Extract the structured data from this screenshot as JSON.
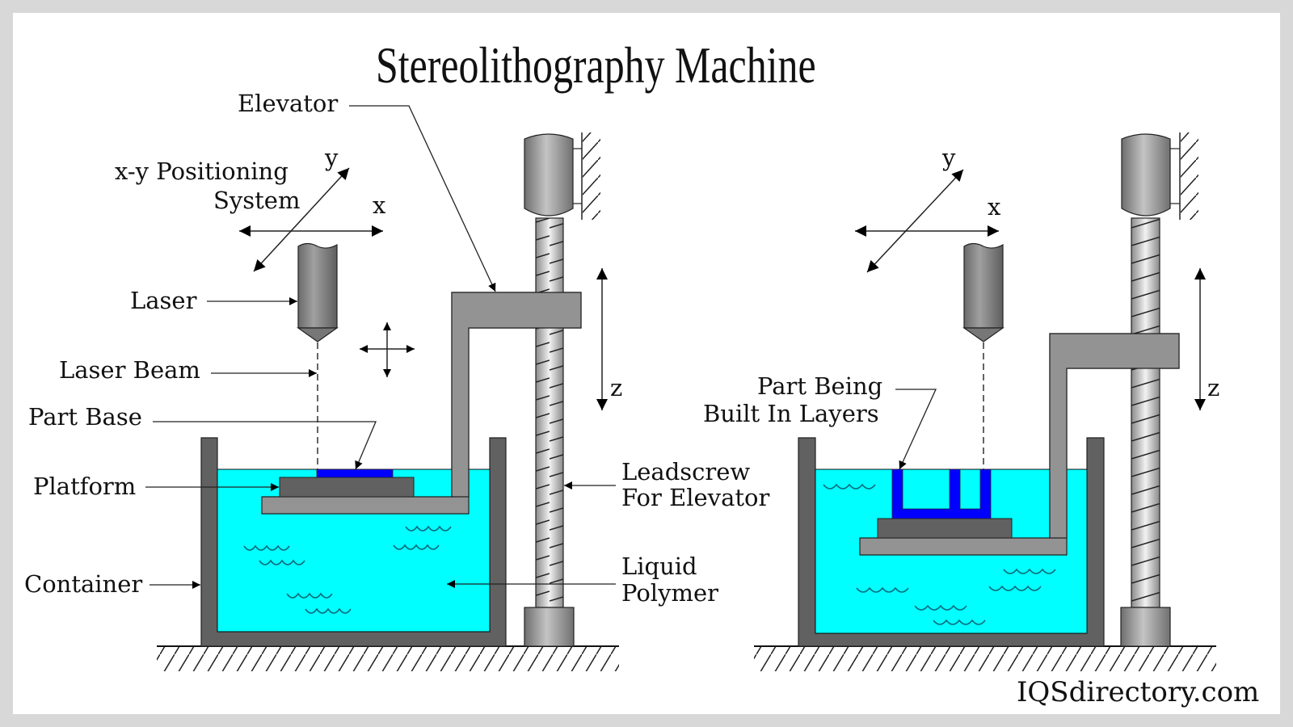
{
  "title": "Stereolithography Machine",
  "brand": "IQSdirectory.com",
  "colors": {
    "liquid": "#00ffff",
    "part": "#0000ff",
    "container": "#616161",
    "elevator": "#939393",
    "platform": "#616161",
    "wave": "#0a6a7a",
    "background": "#ffffff",
    "frame": "#d8d8d8"
  },
  "left": {
    "labels": {
      "elevator": "Elevator",
      "xy_line1": "x-y Positioning",
      "xy_line2": "System",
      "laser": "Laser",
      "laser_beam": "Laser Beam",
      "part_base": "Part Base",
      "platform": "Platform",
      "container": "Container",
      "leadscrew_line1": "Leadscrew",
      "leadscrew_line2": "For Elevator",
      "liquid_line1": "Liquid",
      "liquid_line2": "Polymer"
    },
    "axes": {
      "x": "x",
      "y": "y",
      "z": "z"
    }
  },
  "right": {
    "labels": {
      "part_line1": "Part Being",
      "part_line2": "Built In Layers"
    },
    "axes": {
      "x": "x",
      "y": "y",
      "z": "z"
    }
  }
}
